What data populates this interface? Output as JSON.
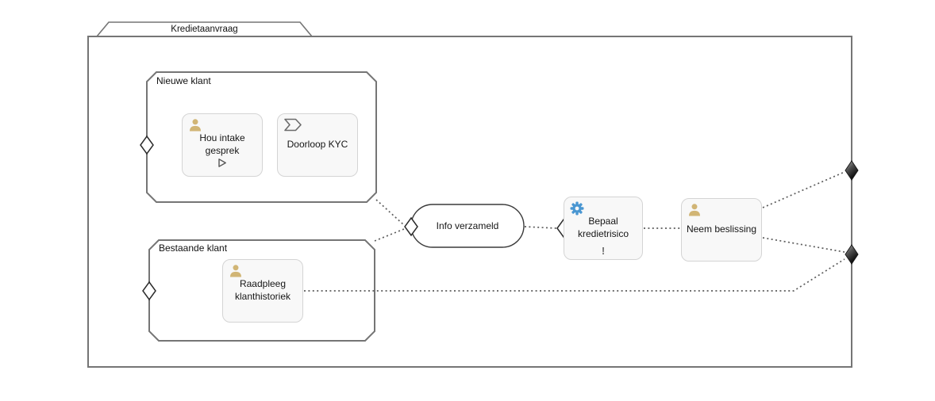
{
  "caseplan": {
    "title": "Kredietaanvraag",
    "stages": [
      {
        "label": "Nieuwe klant",
        "tasks": [
          {
            "label": "Hou intake gesprek",
            "type": "human task",
            "icon": "user-icon",
            "marker": "manual-activation"
          },
          {
            "label": "Doorloop KYC",
            "type": "process task",
            "icon": "chevron-icon"
          }
        ]
      },
      {
        "label": "Bestaande klant",
        "tasks": [
          {
            "label": "Raadpleeg klanthistoriek",
            "type": "human task",
            "icon": "user-icon"
          }
        ]
      }
    ],
    "milestone": {
      "label": "Info verzameld"
    },
    "tasks": [
      {
        "label": "Bepaal kredietrisico",
        "type": "service task",
        "icon": "gear-icon",
        "marker": "!"
      },
      {
        "label": "Neem beslissing",
        "type": "human task",
        "icon": "user-icon"
      }
    ],
    "colors": {
      "human_task_icon": "#d1b575",
      "service_task_icon": "#4a97d2",
      "shape_border": "#757575",
      "task_fill": "#f8f8f8",
      "connector": "#5c5c5c"
    }
  }
}
